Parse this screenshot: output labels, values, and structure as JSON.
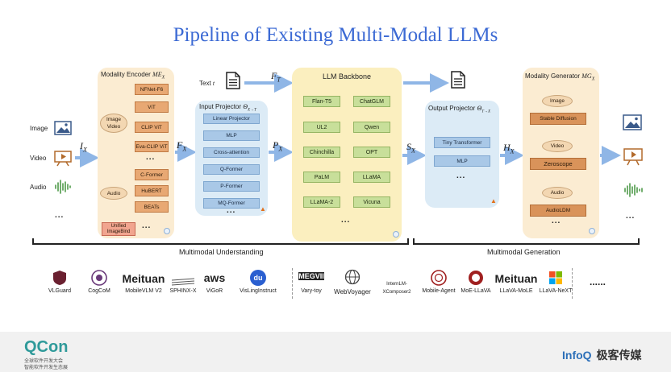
{
  "title": "Pipeline of Existing Multi-Modal LLMs",
  "inputs": [
    {
      "label": "Image",
      "icon": "image-icon"
    },
    {
      "label": "Video",
      "icon": "video-icon"
    },
    {
      "label": "Audio",
      "icon": "audio-icon"
    },
    {
      "label": "..."
    }
  ],
  "vars": {
    "ix": "I",
    "ix_sub": "X",
    "fx": "F",
    "fx_sub": "X",
    "ft": "F",
    "ft_sub": "T",
    "px": "P",
    "px_sub": "X",
    "sx": "S",
    "sx_sub": "X",
    "hx": "H",
    "hx_sub": "X"
  },
  "text_input": {
    "label": "Text",
    "var": "t"
  },
  "encoder": {
    "title": "Modality Encoder",
    "title_math": "ME",
    "title_sub": "X",
    "image_video_label_1": "Image",
    "image_video_label_2": "Video",
    "image_video_items": [
      "NFNet-F6",
      "ViT",
      "CLIP ViT",
      "Eva-CLIP ViT"
    ],
    "audio_label": "Audio",
    "audio_items": [
      "C-Former",
      "HuBERT",
      "BEATs"
    ],
    "unified_line1": "Unified",
    "unified_line2": "ImageBind",
    "ellipsis": "..."
  },
  "input_projector": {
    "title": "Input Projector",
    "title_math": "Θ",
    "title_sub": "X→T",
    "items": [
      "Linear Projector",
      "MLP",
      "Cross-attention",
      "Q-Former",
      "P-Former",
      "MQ-Former"
    ],
    "ellipsis": "..."
  },
  "llm": {
    "title": "LLM Backbone",
    "items_left": [
      "Flan-T5",
      "UL2",
      "Chinchilla",
      "PaLM",
      "LLaMA-2"
    ],
    "items_right": [
      "ChatGLM",
      "Qwen",
      "OPT",
      "LLaMA",
      "Vicuna"
    ],
    "ellipsis": "..."
  },
  "output_projector": {
    "title": "Output Projector",
    "title_math": "Θ",
    "title_sub": "T→X",
    "items": [
      "Tiny Transformer",
      "MLP"
    ],
    "ellipsis": "..."
  },
  "generator": {
    "title": "Modality Generator",
    "title_math": "MG",
    "title_sub": "X",
    "groups": [
      {
        "label": "Image",
        "model": "Stable Diffusion"
      },
      {
        "label": "Video",
        "model": "Zeroscope"
      },
      {
        "label": "Audio",
        "model": "AudioLDM"
      }
    ],
    "ellipsis": "..."
  },
  "outputs": {
    "ellipsis": "..."
  },
  "sections": {
    "understanding": "Multimodal Understanding",
    "generation": "Multimodal Generation"
  },
  "logos": [
    {
      "name": "VLGuard"
    },
    {
      "name": "CogCoM"
    },
    {
      "brand": "Meituan",
      "name": "MobileVLM V2"
    },
    {
      "name": "SPHINX-X"
    },
    {
      "brand": "aws",
      "name": "ViGoR"
    },
    {
      "brand": "du",
      "name": "VisLingInstruct"
    },
    {
      "brand": "MEGVII",
      "name": "Vary-toy"
    },
    {
      "name": "WebVoyager"
    },
    {
      "brand": "InternLM-",
      "name": "XComposer2"
    },
    {
      "name": "Mobile-Agent"
    },
    {
      "name": "MoE-LLaVA"
    },
    {
      "brand": "Meituan",
      "name": "LLaVA-MoLE"
    },
    {
      "name": "LLaVA-NeXT"
    },
    {
      "name": "......"
    }
  ],
  "footer": {
    "qcon": "QCon",
    "qcon_sub1": "全球软件开发大会",
    "qcon_sub2": "智能软件开发生态展",
    "infoq": "InfoQ",
    "infoq_cn": "极客传媒"
  },
  "colors": {
    "title": "#3c6ad4",
    "encoder_panel": "#fbecd2",
    "projector_panel": "#dcebf6",
    "llm_panel": "#fbefbf",
    "arrow": "#8fb6e6"
  }
}
